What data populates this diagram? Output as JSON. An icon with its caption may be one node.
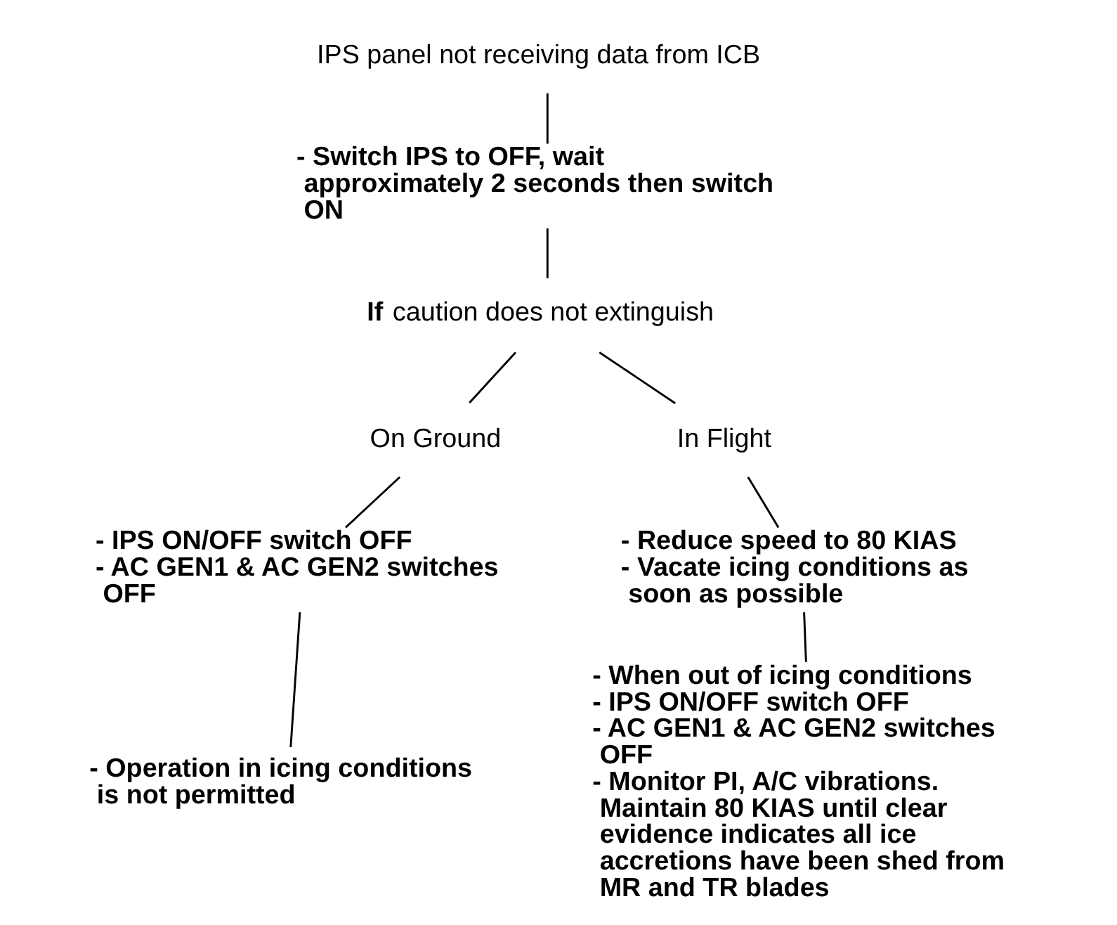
{
  "diagram": {
    "nodes": [
      {
        "text": [
          "IPS panel not receiving data from ICB"
        ]
      },
      {
        "text": [
          "- Switch IPS to OFF, wait approximately 2 seconds then switch ON"
        ]
      },
      {
        "text": [
          "**If** caution does not extinguish"
        ]
      },
      {
        "text": [
          "On Ground"
        ]
      },
      {
        "text": [
          "In Flight"
        ]
      },
      {
        "text": [
          "- IPS ON/OFF switch OFF",
          "- AC GEN1 & AC GEN2 switches OFF"
        ]
      },
      {
        "text": [
          "- Operation in icing conditions is not permitted"
        ]
      },
      {
        "text": [
          "- Reduce speed to 80 KIAS",
          "- Vacate icing conditions as soon as possible"
        ]
      },
      {
        "text": [
          "- When out of icing conditions",
          "- IPS ON/OFF switch OFF",
          "- AC GEN1 & AC GEN2 switches OFF",
          "- Monitor PI, A/C vibrations. Maintain 80 KIAS until clear evidence indicates all ice accretions have been shed from MR and TR blades"
        ]
      }
    ],
    "edges": [
      {
        "from": 0,
        "to": 1,
        "arrow": "none"
      },
      {
        "from": 1,
        "to": 2,
        "arrow": "none"
      },
      {
        "from": 2,
        "to": 3,
        "arrow": "none"
      },
      {
        "from": 2,
        "to": 4,
        "arrow": "none"
      },
      {
        "from": 3,
        "to": 5,
        "arrow": "none"
      },
      {
        "from": 5,
        "to": 6,
        "arrow": "none"
      },
      {
        "from": 4,
        "to": 7,
        "arrow": "none"
      },
      {
        "from": 7,
        "to": 8,
        "arrow": "none"
      }
    ]
  }
}
